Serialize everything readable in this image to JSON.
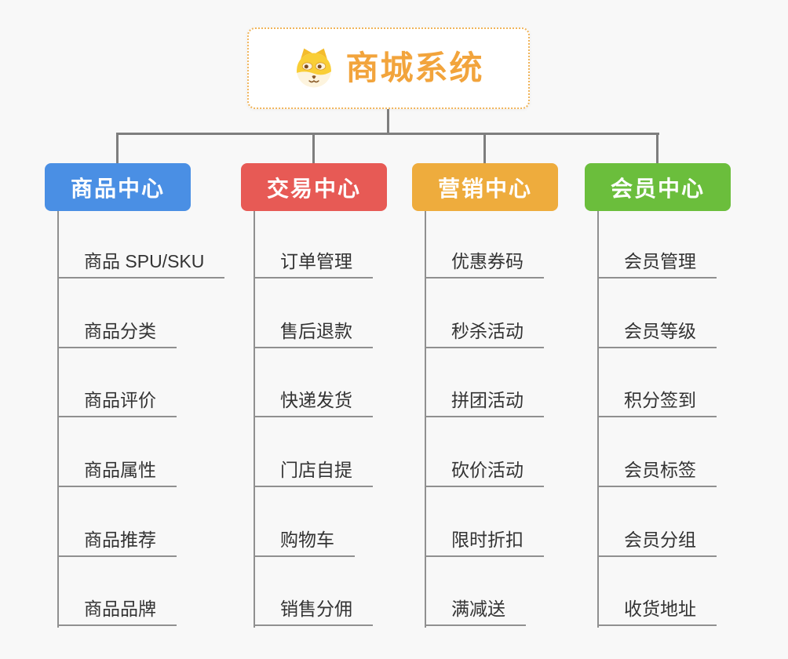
{
  "root": {
    "title": "商城系统",
    "icon": "shiba-dog-icon",
    "accent_color": "#F2A43C",
    "border_color": "#F0B45A"
  },
  "branches": [
    {
      "label": "商品中心",
      "color": "#4A8FE4",
      "items": [
        "商品 SPU/SKU",
        "商品分类",
        "商品评价",
        "商品属性",
        "商品推荐",
        "商品品牌"
      ]
    },
    {
      "label": "交易中心",
      "color": "#E75A55",
      "items": [
        "订单管理",
        "售后退款",
        "快递发货",
        "门店自提",
        "购物车",
        "销售分佣"
      ]
    },
    {
      "label": "营销中心",
      "color": "#EEAC3D",
      "items": [
        "优惠券码",
        "秒杀活动",
        "拼团活动",
        "砍价活动",
        "限时折扣",
        "满减送"
      ]
    },
    {
      "label": "会员中心",
      "color": "#6BBE3C",
      "items": [
        "会员管理",
        "会员等级",
        "积分签到",
        "会员标签",
        "会员分组",
        "收货地址"
      ]
    }
  ]
}
